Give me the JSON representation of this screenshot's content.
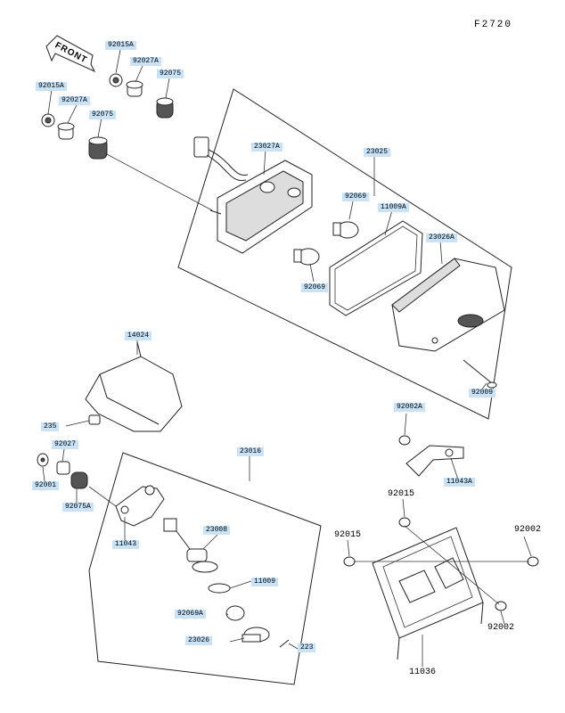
{
  "figure_code": "F2720",
  "front_label": "FRONT",
  "labels": {
    "p92015a_top": "92015A",
    "p92027a_top": "92027A",
    "p92075_top": "92075",
    "p92015a_left": "92015A",
    "p92027a_left": "92027A",
    "p92075_left": "92075",
    "p23027a": "23027A",
    "p23025": "23025",
    "p92069_top": "92069",
    "p11009a": "11009A",
    "p23026a": "23026A",
    "p92069_bot": "92069",
    "p92009": "92009",
    "p14024": "14024",
    "p235": "235",
    "p92027": "92027",
    "p92001": "92001",
    "p92075a": "92075A",
    "p11043": "11043",
    "p23016": "23016",
    "p23008": "23008",
    "p11009": "11009",
    "p92069a": "92069A",
    "p23026": "23026",
    "p223": "223",
    "p92002a": "92002A",
    "p11043a": "11043A",
    "p92015_a": "92015",
    "p92015_b": "92015",
    "p92002_a": "92002",
    "p92002_b": "92002",
    "p11036": "11036"
  }
}
